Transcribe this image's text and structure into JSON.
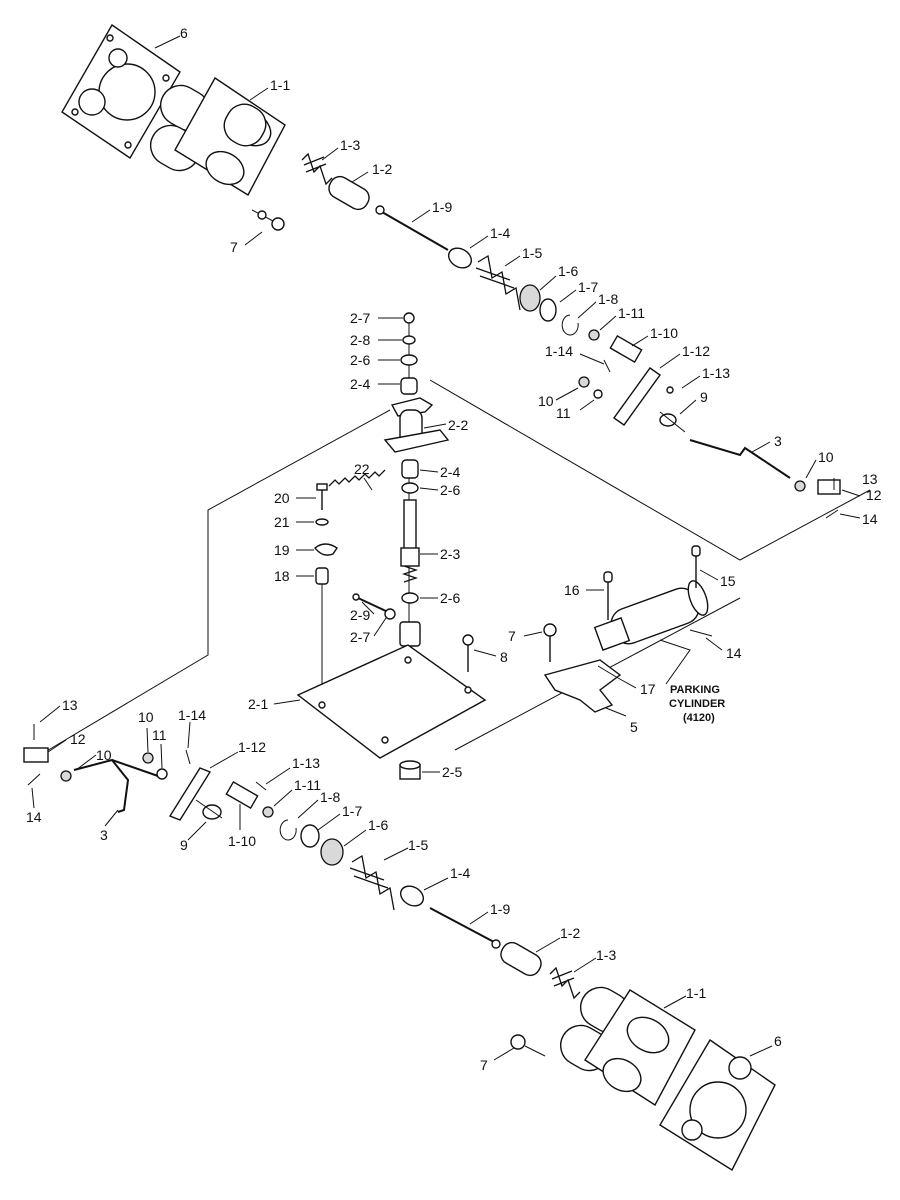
{
  "labels": {
    "top": {
      "l6": "6",
      "l1_1": "1-1",
      "l1_3": "1-3",
      "l1_2": "1-2",
      "l7": "7",
      "l1_9": "1-9",
      "l1_4": "1-4",
      "l1_5": "1-5",
      "l1_6": "1-6",
      "l1_7": "1-7",
      "l1_8": "1-8",
      "l1_11": "1-11",
      "l1_10": "1-10",
      "l1_14": "1-14",
      "l1_12": "1-12",
      "l1_13": "1-13",
      "l10": "10",
      "l11": "11",
      "l9": "9",
      "l3": "3",
      "l10b": "10",
      "l13": "13",
      "l12": "12",
      "l14": "14"
    },
    "middle": {
      "l2_7a": "2-7",
      "l2_8": "2-8",
      "l2_6a": "2-6",
      "l2_4a": "2-4",
      "l2_2": "2-2",
      "l22": "22",
      "l2_4b": "2-4",
      "l2_6b": "2-6",
      "l20": "20",
      "l21": "21",
      "l19": "19",
      "l2_3": "2-3",
      "l18": "18",
      "l2_9": "2-9",
      "l2_6c": "2-6",
      "l2_7b": "2-7",
      "l2_1": "2-1",
      "l2_5": "2-5",
      "l16": "16",
      "l15": "15",
      "l7": "7",
      "l8": "8",
      "l14": "14",
      "l17": "17",
      "l5": "5"
    },
    "parking": {
      "line1": "PARKING",
      "line2": "CYLINDER",
      "line3": "(4120)"
    },
    "bottom": {
      "l13": "13",
      "l12": "12",
      "l14": "14",
      "l10": "10",
      "l11": "11",
      "l1_14": "1-14",
      "l1_12": "1-12",
      "l1_13": "1-13",
      "l1_11": "1-11",
      "l1_8": "1-8",
      "l1_7": "1-7",
      "l1_6": "1-6",
      "l10b": "10",
      "l3": "3",
      "l9": "9",
      "l1_10": "1-10",
      "l1_5": "1-5",
      "l1_4": "1-4",
      "l1_9": "1-9",
      "l1_2": "1-2",
      "l1_3": "1-3",
      "l1_1": "1-1",
      "l6": "6",
      "l7": "7"
    }
  }
}
